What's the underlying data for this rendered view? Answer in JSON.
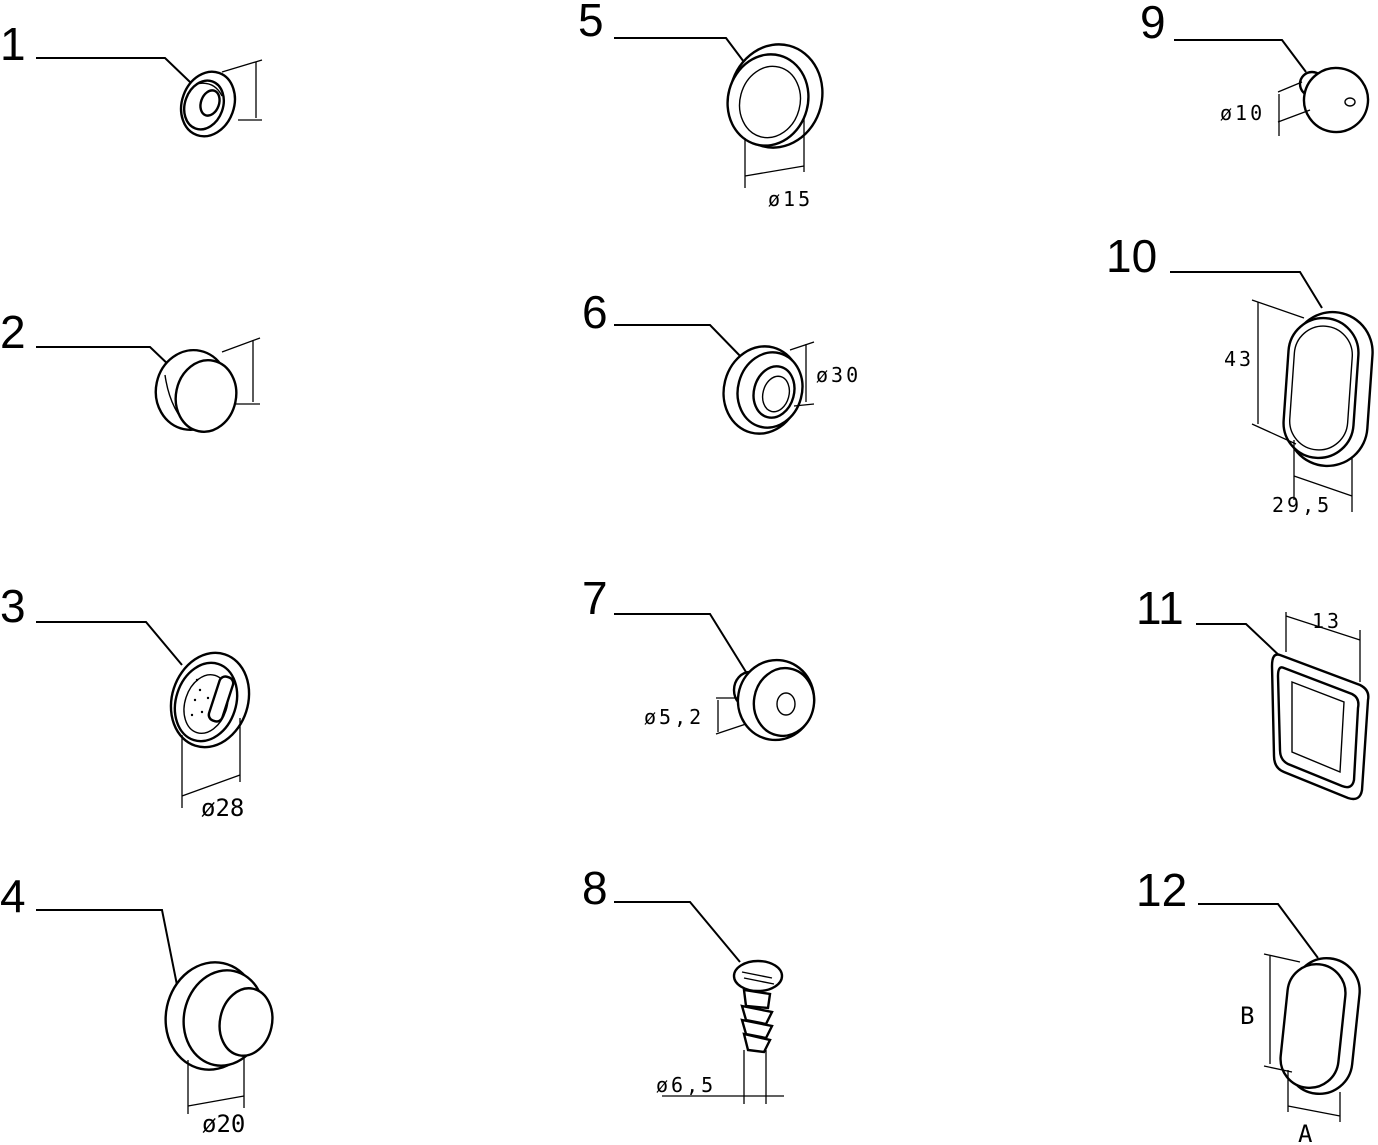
{
  "items": [
    {
      "number": "1",
      "dimension": ""
    },
    {
      "number": "2",
      "dimension": ""
    },
    {
      "number": "3",
      "dimension": "ø28"
    },
    {
      "number": "4",
      "dimension": "ø20"
    },
    {
      "number": "5",
      "dimension": "ø15"
    },
    {
      "number": "6",
      "dimension": "ø30"
    },
    {
      "number": "7",
      "dimension": "ø5,2"
    },
    {
      "number": "8",
      "dimension": "ø6,5"
    },
    {
      "number": "9",
      "dimension": "ø10"
    },
    {
      "number": "10",
      "dimension": "43",
      "dimension_2": "29,5"
    },
    {
      "number": "11",
      "dimension": "13"
    },
    {
      "number": "12",
      "dimension": "B",
      "dimension_2": "A"
    }
  ]
}
